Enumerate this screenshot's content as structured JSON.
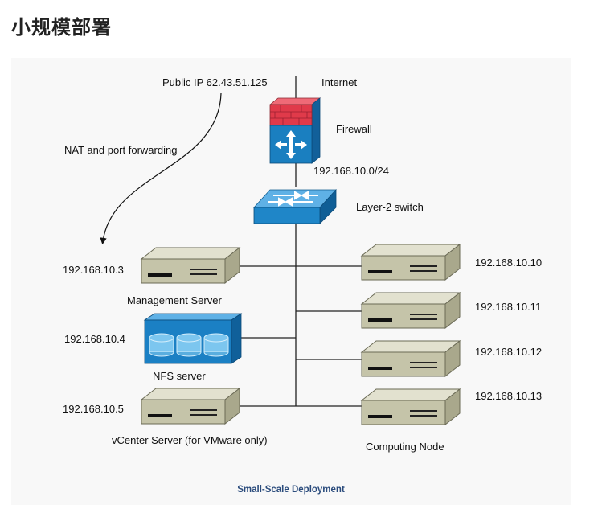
{
  "page": {
    "title": "小规模部署"
  },
  "diagram": {
    "caption": "Small-Scale Deployment",
    "labels": {
      "public_ip": "Public IP 62.43.51.125",
      "internet": "Internet",
      "firewall": "Firewall",
      "subnet": "192.168.10.0/24",
      "nat": "NAT and port forwarding",
      "switch": "Layer-2 switch"
    },
    "left_nodes": [
      {
        "ip": "192.168.10.3",
        "name": "Management Server",
        "icon": "server-icon"
      },
      {
        "ip": "192.168.10.4",
        "name": "NFS server",
        "icon": "storage-icon"
      },
      {
        "ip": "192.168.10.5",
        "name": "vCenter Server (for VMware only)",
        "icon": "server-icon"
      }
    ],
    "computing_nodes": [
      {
        "ip": "192.168.10.10",
        "icon": "server-icon"
      },
      {
        "ip": "192.168.10.11",
        "icon": "server-icon"
      },
      {
        "ip": "192.168.10.12",
        "icon": "server-icon"
      },
      {
        "ip": "192.168.10.13",
        "icon": "server-icon"
      }
    ],
    "computing_group_label": "Computing Node",
    "colors": {
      "firewall_red": "#e03a4a",
      "firewall_blue": "#1a7fc0",
      "switch_blue": "#1f86c8",
      "server_body": "#c5c4a9",
      "storage_blue": "#1b80c4",
      "caption": "#2a4b7c"
    }
  }
}
